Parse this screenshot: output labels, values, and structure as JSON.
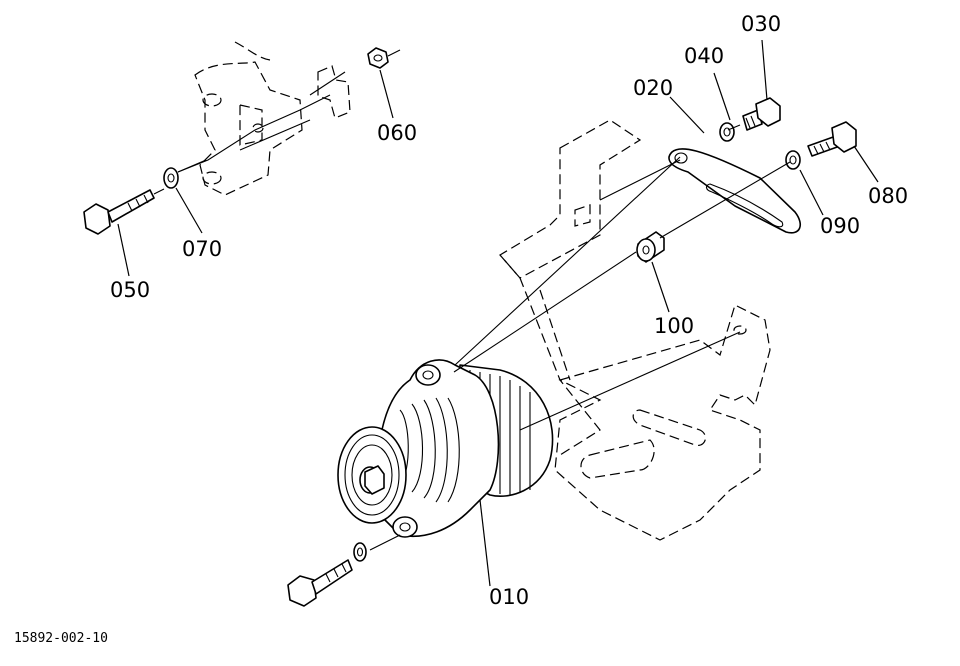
{
  "diagram": {
    "reference_number": "15892-002-10",
    "parts": [
      {
        "id": "010"
      },
      {
        "id": "020"
      },
      {
        "id": "030"
      },
      {
        "id": "040"
      },
      {
        "id": "050"
      },
      {
        "id": "060"
      },
      {
        "id": "070"
      },
      {
        "id": "080"
      },
      {
        "id": "090"
      },
      {
        "id": "100"
      }
    ]
  }
}
